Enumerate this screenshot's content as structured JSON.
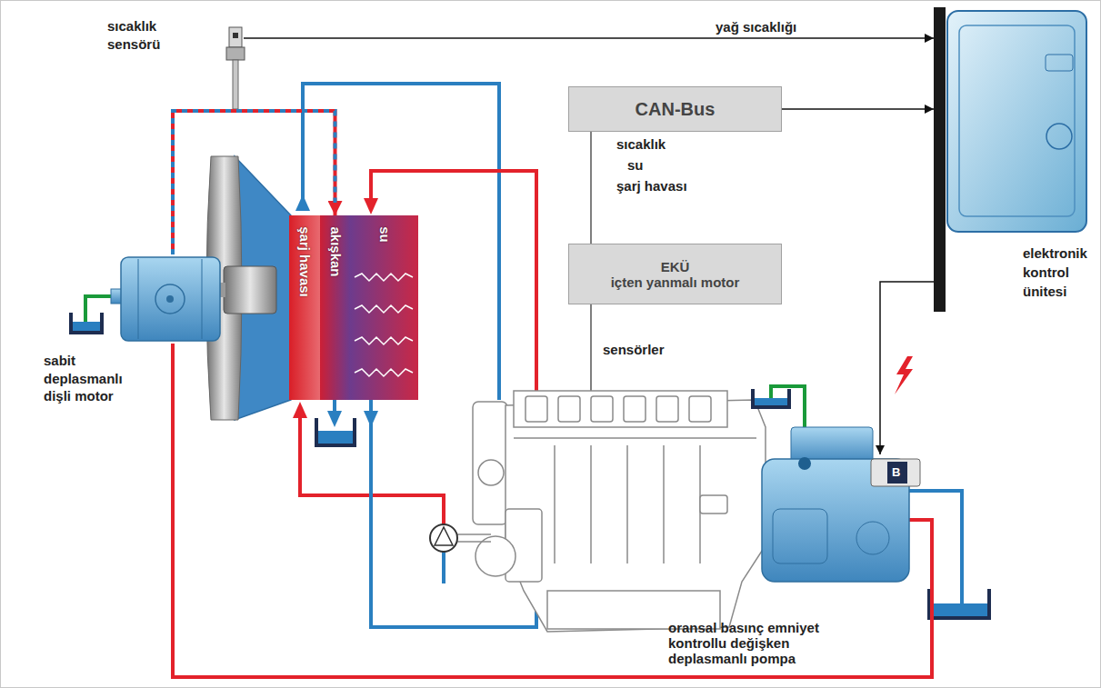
{
  "diagram": {
    "nodes": [
      {
        "text": [
          "sıcaklık sensörü"
        ]
      },
      {
        "text": [
          "CAN-Bus"
        ]
      },
      {
        "text": [
          "EKÜ",
          "içten yanmalı motor"
        ]
      },
      {
        "text": [
          "elektronik kontrol ünitesi"
        ]
      },
      {
        "text": [
          "şarj havası"
        ]
      },
      {
        "text": [
          "akışkan"
        ]
      },
      {
        "text": [
          "su"
        ]
      },
      {
        "text": [
          "sabit deplasmanlı dişli motor"
        ]
      },
      {
        "text": [
          "oransal basınç emniyet kontrollu değişken deplasmanlı pompa"
        ]
      }
    ],
    "edges": [
      {
        "from": 0,
        "to": 3,
        "label": "yağ sıcaklığı",
        "arrow": "to"
      },
      {
        "from": 1,
        "to": 3,
        "arrow": "to"
      },
      {
        "from": 2,
        "to": 1,
        "arrow": "none"
      },
      {
        "from": 3,
        "to": 8,
        "arrow": "to"
      },
      {
        "from": 7,
        "to": 5,
        "arrow": "to"
      },
      {
        "from": 8,
        "to": 7,
        "arrow": "none"
      }
    ],
    "labels": [
      "sıcaklık",
      "su",
      "şarj havası",
      "sensörler",
      "B"
    ]
  }
}
